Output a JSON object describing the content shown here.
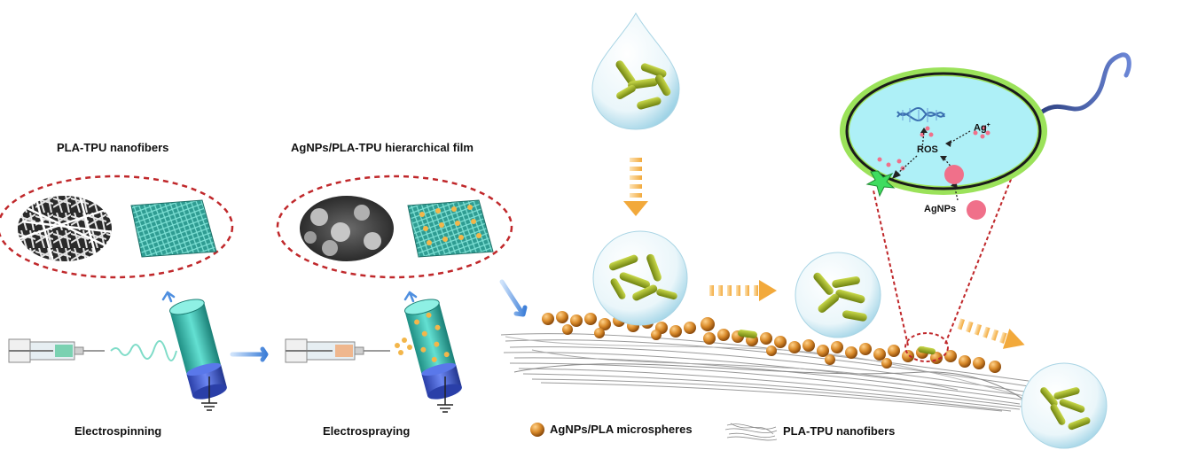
{
  "labels": {
    "pla_tpu_nanofibers_title": "PLA-TPU nanofibers",
    "hierarchical_film_title": "AgNPs/PLA-TPU hierarchical film",
    "electrospinning": "Electrospinning",
    "electrospraying": "Electrospraying",
    "ag_ion": "Ag",
    "ag_ion_charge": "+",
    "ros": "ROS",
    "agnps": "AgNPs"
  },
  "legend": {
    "microspheres": "AgNPs/PLA microspheres",
    "nanofibers": "PLA-TPU nanofibers"
  },
  "colors": {
    "dashed_red": "#c0282b",
    "flow_arrow_orange": "#f2b04a",
    "process_arrow_blue": "#4f8fe0",
    "microsphere_orange": "#c9781c",
    "cell_cytoplasm": "#aef0f7",
    "cell_wall_green": "#9be25a",
    "flagellum_blue": "#3a5aa0",
    "agnp_pink": "#f0708a",
    "bacteria_green": "#9db21a",
    "collector_teal": "#3fc3b4",
    "collector_blue": "#3b5bd6"
  },
  "icons": [
    "syringe-icon",
    "collector-icon",
    "ground-icon",
    "water-drop-icon",
    "bubble-icon",
    "bacterium-icon",
    "dna-icon",
    "damage-star-icon",
    "flagellum-icon"
  ]
}
